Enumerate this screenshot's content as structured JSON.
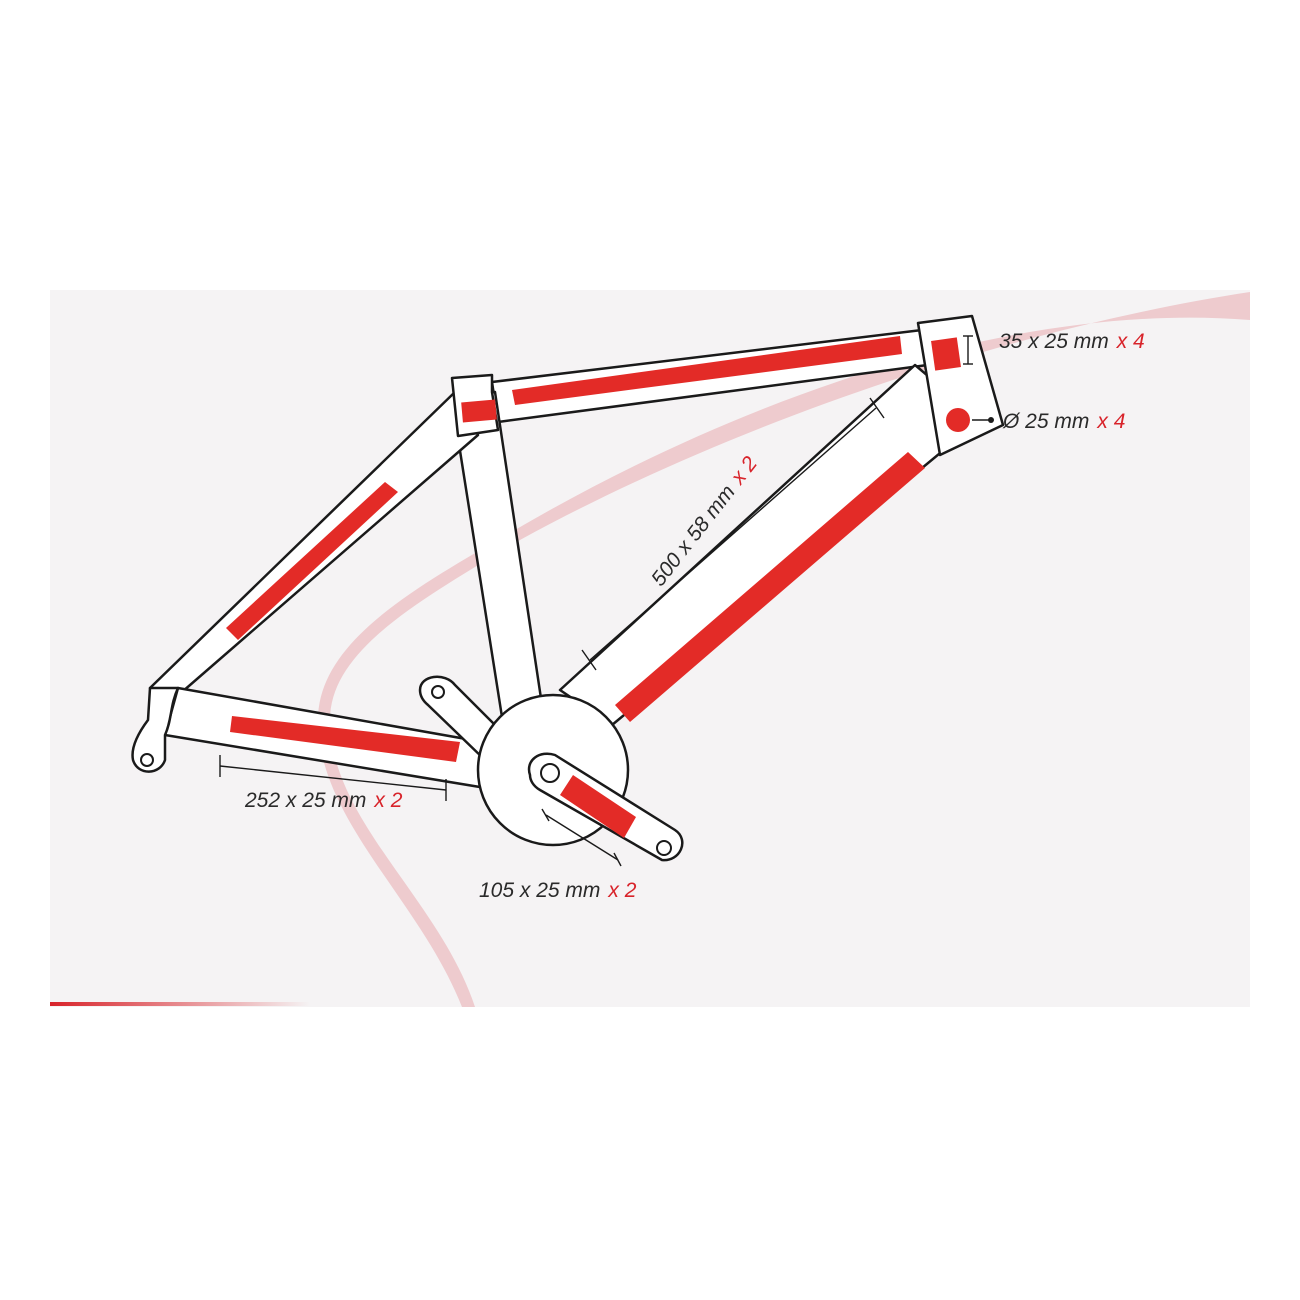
{
  "colors": {
    "sticker": "#e32b27",
    "swoosh": "#e8b2b7",
    "frame_fill": "#ffffff",
    "frame_stroke": "#1a1a1a",
    "background_panel": "#f5f3f4",
    "text_dark": "#2a2a2a",
    "text_accent": "#d8232a"
  },
  "labels": {
    "head_patch": {
      "size": "35 x 25 mm",
      "qty": "x 4"
    },
    "round_patch": {
      "size": "Ø 25 mm",
      "qty": "x 4"
    },
    "down_tube": {
      "size": "500 x 58 mm",
      "qty": "x 2"
    },
    "chainstay": {
      "size": "252 x 25 mm",
      "qty": "x 2"
    },
    "crank": {
      "size": "105 x 25 mm",
      "qty": "x 2"
    }
  }
}
